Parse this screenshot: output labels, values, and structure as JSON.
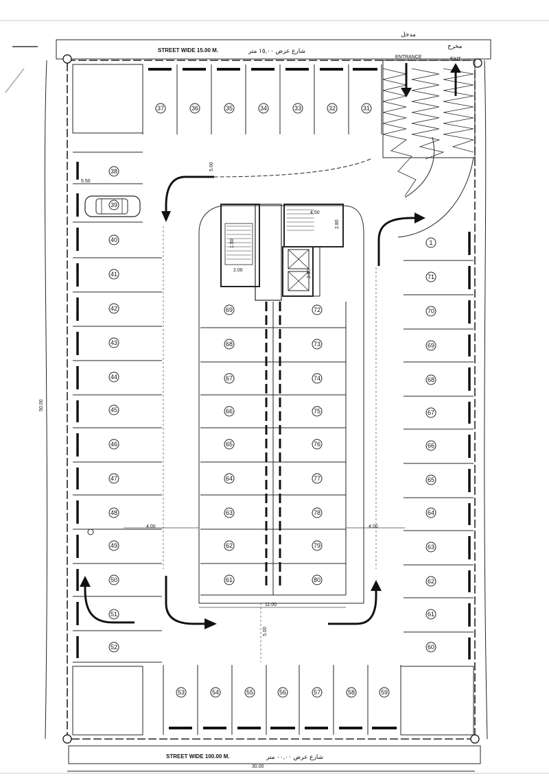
{
  "streets": {
    "top": {
      "label": "STREET WIDE   15.00  M.",
      "arabic": "شارع عرض ١٥,٠٠ متر"
    },
    "bottom": {
      "label": "STREET WIDE   100.00  M.",
      "arabic": "شارع عرض ٠٠,٠٠ متر"
    }
  },
  "ramps": {
    "entrance": {
      "ar": "مدخل",
      "en": "ENTRANCE"
    },
    "exit": {
      "ar": "مخرج",
      "en": "EXIT"
    }
  },
  "dimensions": {
    "width": "30.00",
    "length": "50.00",
    "aisle_left": "4.00",
    "aisle_right": "4.00",
    "bottom_aisle": "5.00",
    "top_aisle": "5.00",
    "center_width": "11.00",
    "left_nook": "5.50",
    "stair_a": "1.50",
    "stair_b": "2.00",
    "stair_c": "4.50",
    "stair_d": "2.80",
    "elevator": "2.50"
  },
  "spots": {
    "top_row": [
      "37",
      "36",
      "35",
      "34",
      "33",
      "32",
      "31"
    ],
    "left_column": [
      "38",
      "39",
      "40",
      "41",
      "42",
      "43",
      "44",
      "45",
      "46",
      "47",
      "48",
      "49",
      "50",
      "51",
      "52"
    ],
    "bottom_row": [
      "53",
      "54",
      "55",
      "56",
      "57",
      "58",
      "59"
    ],
    "center_left": [
      "69",
      "68",
      "67",
      "66",
      "65",
      "64",
      "63",
      "62",
      "61"
    ],
    "center_right": [
      "72",
      "73",
      "74",
      "75",
      "76",
      "77",
      "78",
      "79",
      "80"
    ],
    "right_column": [
      "1",
      "71",
      "70",
      "69",
      "68",
      "67",
      "66",
      "65",
      "64",
      "63",
      "62",
      "61",
      "60"
    ]
  }
}
